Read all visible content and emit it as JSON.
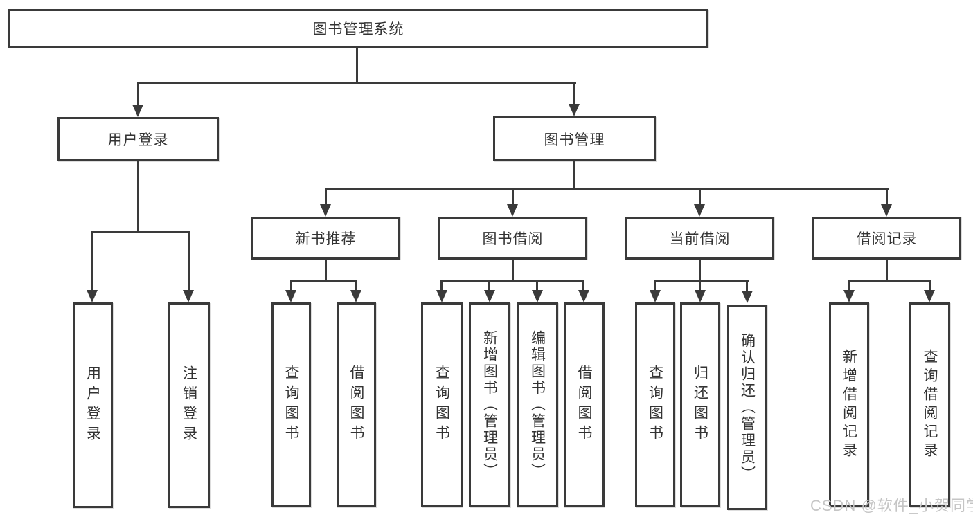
{
  "diagram": {
    "type": "tree",
    "title": "图书管理系统",
    "colors": {
      "line": "#3a3a3a",
      "text": "#333333",
      "background": "#ffffff",
      "watermark": "#c5c5c5"
    },
    "watermark": "CSDN @软件_小贺同学"
  },
  "nodes": {
    "root": "图书管理系统",
    "level2": {
      "user_login": "用户登录",
      "book_mgmt": "图书管理"
    },
    "level3": {
      "new_book_rec": "新书推荐",
      "book_borrow": "图书借阅",
      "current_borrow": "当前借阅",
      "borrow_records": "借阅记录"
    },
    "level4": {
      "user_login_children": [
        "用户登录",
        "注销登录"
      ],
      "new_book_rec_children": [
        "查询图书",
        "借阅图书"
      ],
      "book_borrow_children": [
        "查询图书",
        "新增图书（管理员）",
        "编辑图书（管理员）",
        "借阅图书"
      ],
      "current_borrow_children": [
        "查询图书",
        "归还图书",
        "确认归还（管理员）"
      ],
      "borrow_records_children": [
        "新增借阅记录",
        "查询借阅记录"
      ]
    }
  }
}
